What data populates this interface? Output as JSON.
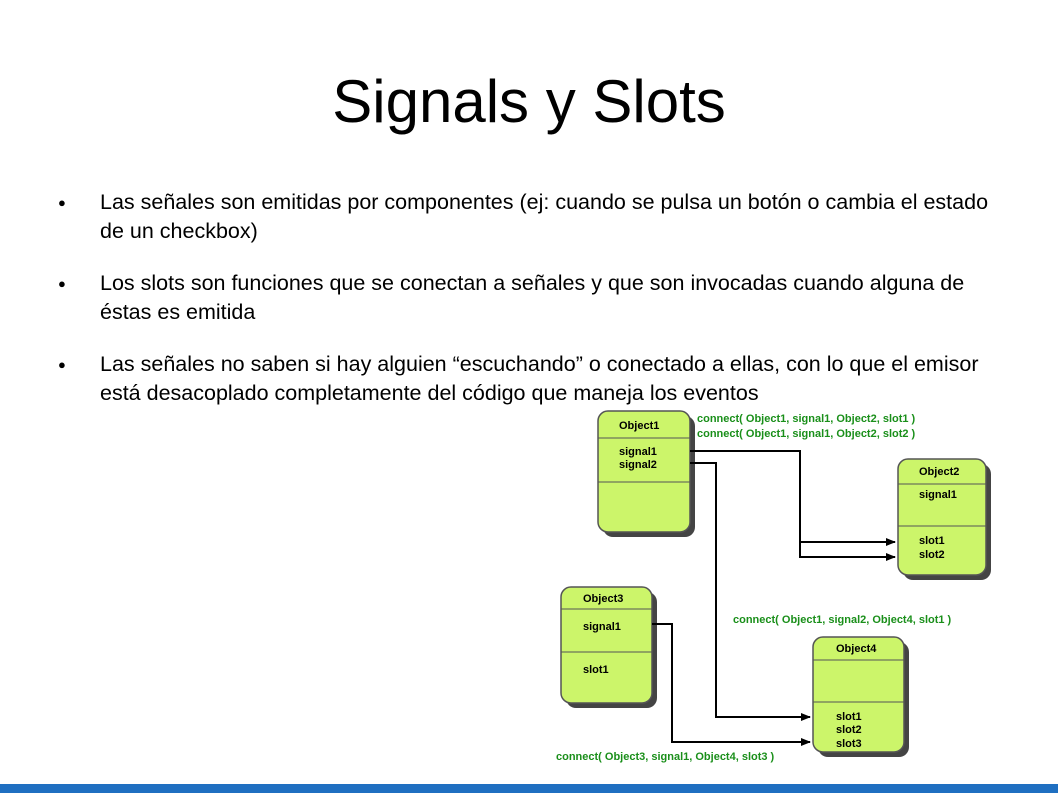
{
  "slide": {
    "title": "Signals y Slots",
    "bullet_marker": "●",
    "bullets": [
      "Las señales son emitidas por componentes (ej: cuando se pulsa un botón o cambia el estado de un checkbox)",
      "Los slots son funciones que se conectan a señales y que son invocadas cuando alguna de éstas es emitida",
      "Las señales no saben si hay alguien “escuchando” o conectado a ellas, con lo que el emisor está desacoplado completamente del código que maneja los eventos"
    ]
  },
  "diagram": {
    "colors": {
      "box_fill": "#ccf56a",
      "box_stroke": "#555555",
      "shadow": "#444444",
      "connection_text": "#1a8f1a",
      "footer": "#1f6fc1"
    },
    "objects": {
      "object1": {
        "title": "Object1",
        "signals": [
          "signal1",
          "signal2"
        ],
        "slots": []
      },
      "object2": {
        "title": "Object2",
        "signals": [
          "signal1"
        ],
        "slots": [
          "slot1",
          "slot2"
        ]
      },
      "object3": {
        "title": "Object3",
        "signals": [
          "signal1"
        ],
        "slots": [
          "slot1"
        ]
      },
      "object4": {
        "title": "Object4",
        "signals": [],
        "slots": [
          "slot1",
          "slot2",
          "slot3"
        ]
      }
    },
    "connections": [
      "connect( Object1, signal1, Object2, slot1 )",
      "connect( Object1, signal1, Object2, slot2 )",
      "connect( Object1, signal2, Object4, slot1 )",
      "connect( Object3, signal1, Object4, slot3 )"
    ]
  }
}
